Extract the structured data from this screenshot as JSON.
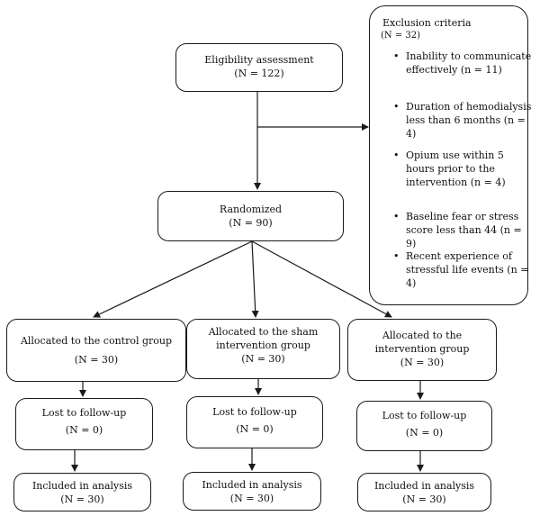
{
  "eligibility": {
    "title": "Eligibility assessment",
    "count": "(N = 122)"
  },
  "randomized": {
    "title": "Randomized",
    "count": "(N = 90)"
  },
  "exclusion": {
    "title": "Exclusion criteria",
    "count": "(N = 32)",
    "items": [
      "Inability to communicate effectively (n = 11)",
      "Duration of hemodialysis less than 6 months (n = 4)",
      "Opium use within 5 hours prior to the intervention (n = 4)",
      "Baseline fear or stress score less than 44 (n = 9)",
      "Recent experience of stressful life events (n = 4)"
    ]
  },
  "groups": [
    {
      "allocated": "Allocated to the control group",
      "allocated_count": "(N = 30)",
      "lost": "Lost to follow-up",
      "lost_count": "(N = 0)",
      "analysis": "Included in analysis",
      "analysis_count": "(N = 30)"
    },
    {
      "allocated": "Allocated to the sham intervention group",
      "allocated_count": "(N = 30)",
      "lost": "Lost to follow-up",
      "lost_count": "(N = 0)",
      "analysis": "Included in analysis",
      "analysis_count": "(N = 30)"
    },
    {
      "allocated": "Allocated to the intervention group",
      "allocated_count": "(N = 30)",
      "lost": "Lost to follow-up",
      "lost_count": "(N = 0)",
      "analysis": "Included in analysis",
      "analysis_count": "(N = 30)"
    }
  ],
  "colors": {
    "stroke": "#1a1a1a",
    "background": "#ffffff"
  }
}
